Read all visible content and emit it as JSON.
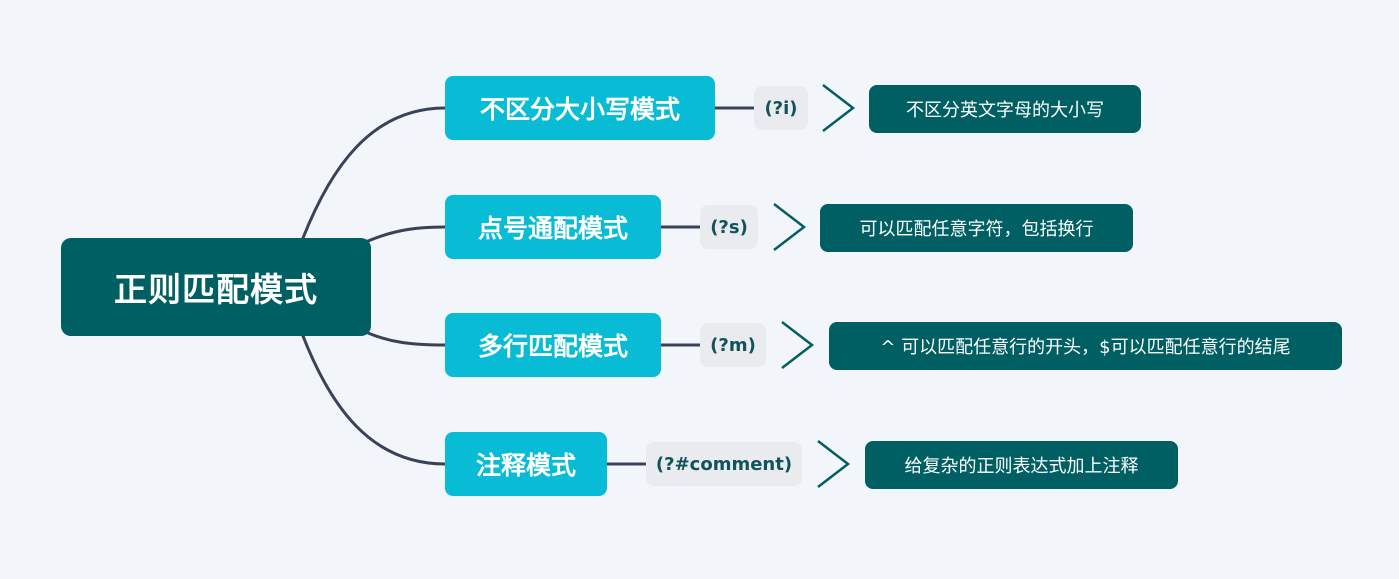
{
  "root": {
    "label": "正则匹配模式"
  },
  "branches": [
    {
      "label": "不区分大小写模式",
      "code": "(?i)",
      "description": "不区分英文字母的大小写"
    },
    {
      "label": "点号通配模式",
      "code": "(?s)",
      "description": "可以匹配任意字符，包括换行"
    },
    {
      "label": "多行匹配模式",
      "code": "(?m)",
      "description": "^ 可以匹配任意行的开头，$可以匹配任意行的结尾"
    },
    {
      "label": "注释模式",
      "code": "(?#comment)",
      "description": "给复杂的正则表达式加上注释"
    }
  ],
  "colors": {
    "background": "#f2f5f9",
    "root_fill": "#005f63",
    "branch_fill": "#08bcd6",
    "code_fill": "#e9ebee",
    "description_fill": "#005f63",
    "connector": "#3a4257"
  }
}
